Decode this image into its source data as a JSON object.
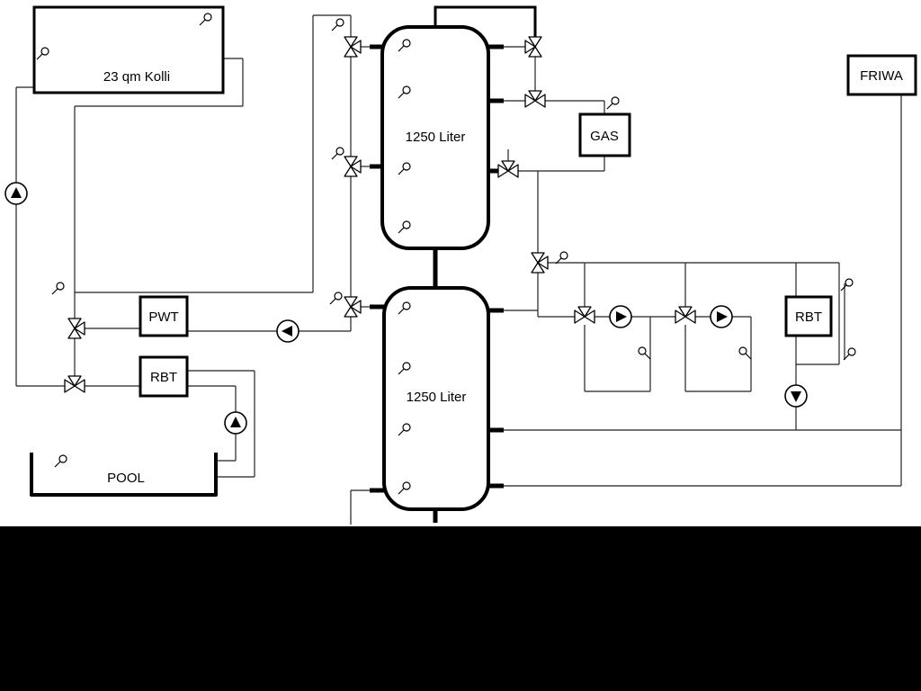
{
  "labels": {
    "collector": "23 qm Kolli",
    "tank_top": "1250 Liter",
    "tank_bottom": "1250 Liter",
    "gas": "GAS",
    "friwa": "FRIWA",
    "pwt": "PWT",
    "rbt_left": "RBT",
    "rbt_right": "RBT",
    "pool": "POOL"
  },
  "colors": {
    "background": "#ffffff",
    "line": "#222222",
    "bottom_band": "#000000"
  }
}
